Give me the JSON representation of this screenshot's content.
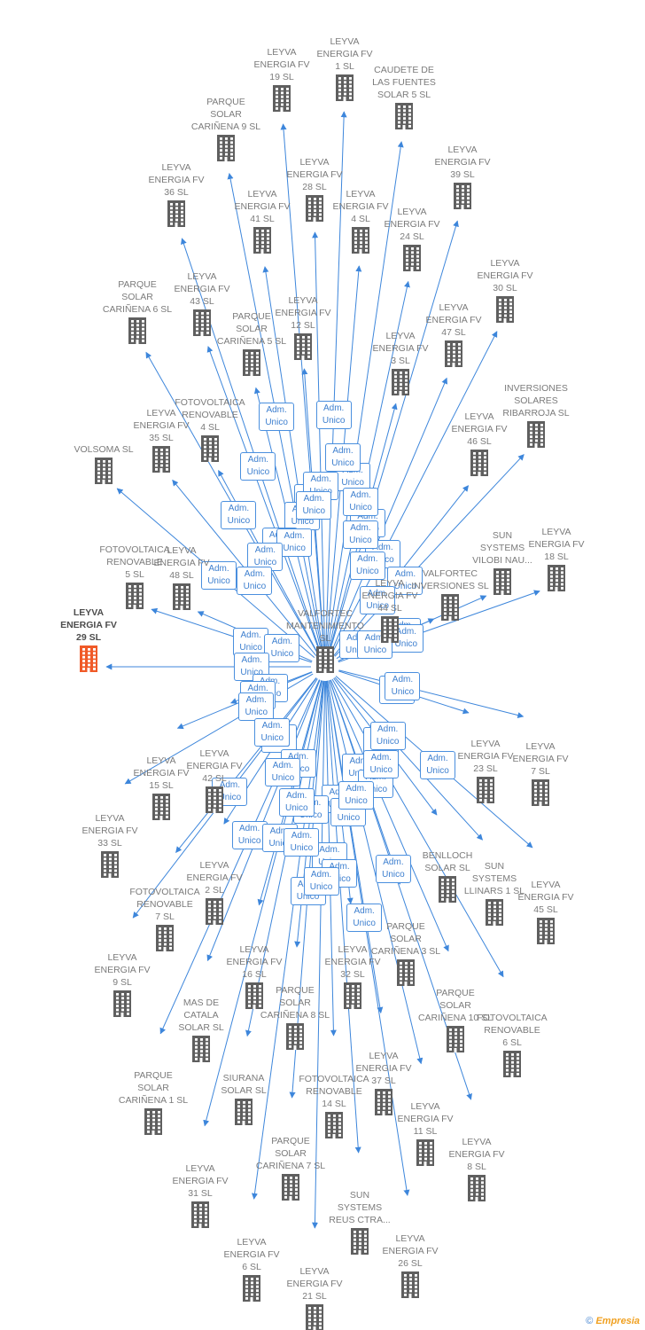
{
  "diagram": {
    "center": {
      "id": "valfortec",
      "label": [
        "VALFORTEC",
        "MANTENIMIENTO",
        "SL"
      ]
    },
    "focus_id": "n29",
    "edge_label": [
      "Adm.",
      "Unico"
    ],
    "colors": {
      "edge": "#3d86db",
      "icon": "#5f5f5f",
      "focus_icon": "#f05a28",
      "text": "#7b7b7b"
    },
    "nodes": [
      {
        "id": "n19",
        "label": [
          "LEYVA",
          "ENERGIA FV",
          "19 SL"
        ],
        "dir": "out"
      },
      {
        "id": "n1",
        "label": [
          "LEYVA",
          "ENERGIA FV",
          "1 SL"
        ],
        "dir": "out"
      },
      {
        "id": "caudete5",
        "label": [
          "CAUDETE DE",
          "LAS FUENTES",
          "SOLAR 5 SL"
        ],
        "dir": "out"
      },
      {
        "id": "car9",
        "label": [
          "PARQUE",
          "SOLAR",
          "CARIÑENA 9 SL"
        ],
        "dir": "out"
      },
      {
        "id": "n28",
        "label": [
          "LEYVA",
          "ENERGIA FV",
          "28 SL"
        ],
        "dir": "out"
      },
      {
        "id": "n39",
        "label": [
          "LEYVA",
          "ENERGIA FV",
          "39 SL"
        ],
        "dir": "out"
      },
      {
        "id": "n36",
        "label": [
          "LEYVA",
          "ENERGIA FV",
          "36 SL"
        ],
        "dir": "out"
      },
      {
        "id": "n41",
        "label": [
          "LEYVA",
          "ENERGIA FV",
          "41 SL"
        ],
        "dir": "out"
      },
      {
        "id": "n4",
        "label": [
          "LEYVA",
          "ENERGIA FV",
          "4 SL"
        ],
        "dir": "out"
      },
      {
        "id": "n24",
        "label": [
          "LEYVA",
          "ENERGIA FV",
          "24 SL"
        ],
        "dir": "out"
      },
      {
        "id": "n30",
        "label": [
          "LEYVA",
          "ENERGIA FV",
          "30 SL"
        ],
        "dir": "out"
      },
      {
        "id": "car6",
        "label": [
          "PARQUE",
          "SOLAR",
          "CARIÑENA 6 SL"
        ],
        "dir": "out"
      },
      {
        "id": "n43",
        "label": [
          "LEYVA",
          "ENERGIA FV",
          "43 SL"
        ],
        "dir": "out"
      },
      {
        "id": "n12",
        "label": [
          "LEYVA",
          "ENERGIA FV",
          "12 SL"
        ],
        "dir": "out"
      },
      {
        "id": "car5",
        "label": [
          "PARQUE",
          "SOLAR",
          "CARIÑENA 5 SL"
        ],
        "dir": "out"
      },
      {
        "id": "n47",
        "label": [
          "LEYVA",
          "ENERGIA FV",
          "47 SL"
        ],
        "dir": "out"
      },
      {
        "id": "n3",
        "label": [
          "LEYVA",
          "ENERGIA FV",
          "3 SL"
        ],
        "dir": "out"
      },
      {
        "id": "invribarroja",
        "label": [
          "INVERSIONES",
          "SOLARES",
          "RIBARROJA SL"
        ],
        "dir": "out"
      },
      {
        "id": "fotov4",
        "label": [
          "FOTOVOLTAICA",
          "RENOVABLE",
          "4 SL"
        ],
        "dir": "out"
      },
      {
        "id": "n35",
        "label": [
          "LEYVA",
          "ENERGIA FV",
          "35 SL"
        ],
        "dir": "out"
      },
      {
        "id": "n46",
        "label": [
          "LEYVA",
          "ENERGIA FV",
          "46 SL"
        ],
        "dir": "out"
      },
      {
        "id": "volsoma",
        "label": [
          "VOLSOMA SL"
        ],
        "dir": "out"
      },
      {
        "id": "fotov5",
        "label": [
          "FOTOVOLTAICA",
          "RENOVABLE",
          "5 SL"
        ],
        "dir": "out"
      },
      {
        "id": "n48",
        "label": [
          "LEYVA",
          "ENERGIA FV",
          "48 SL"
        ],
        "dir": "out"
      },
      {
        "id": "vilobi",
        "label": [
          "SUN",
          "SYSTEMS",
          "VILOBI NAU..."
        ],
        "dir": "out"
      },
      {
        "id": "n18",
        "label": [
          "LEYVA",
          "ENERGIA FV",
          "18 SL"
        ],
        "dir": "out"
      },
      {
        "id": "n44",
        "label": [
          "LEYVA",
          "ENERGIA FV",
          "44 SL"
        ],
        "dir": "out"
      },
      {
        "id": "valfinv",
        "label": [
          "VALFORTEC",
          "INVERSIONES SL"
        ],
        "dir": "out"
      },
      {
        "id": "n29",
        "label": [
          "LEYVA",
          "ENERGIA FV",
          "29 SL"
        ],
        "dir": "out"
      },
      {
        "id": "n23",
        "label": [
          "LEYVA",
          "ENERGIA FV",
          "23 SL"
        ],
        "dir": "out"
      },
      {
        "id": "n7",
        "label": [
          "LEYVA",
          "ENERGIA FV",
          "7 SL"
        ],
        "dir": "out"
      },
      {
        "id": "n42",
        "label": [
          "LEYVA",
          "ENERGIA FV",
          "42 SL"
        ],
        "dir": "out"
      },
      {
        "id": "n15",
        "label": [
          "LEYVA",
          "ENERGIA FV",
          "15 SL"
        ],
        "dir": "out"
      },
      {
        "id": "n33",
        "label": [
          "LEYVA",
          "ENERGIA FV",
          "33 SL"
        ],
        "dir": "out"
      },
      {
        "id": "benlloch",
        "label": [
          "BENLLOCH",
          "SOLAR SL"
        ],
        "dir": "out"
      },
      {
        "id": "llinars",
        "label": [
          "SUN",
          "SYSTEMS",
          "LLINARS 1 SL"
        ],
        "dir": "out"
      },
      {
        "id": "n45",
        "label": [
          "LEYVA",
          "ENERGIA FV",
          "45 SL"
        ],
        "dir": "out"
      },
      {
        "id": "n2",
        "label": [
          "LEYVA",
          "ENERGIA FV",
          "2 SL"
        ],
        "dir": "out"
      },
      {
        "id": "fotov7",
        "label": [
          "FOTOVOLTAICA",
          "RENOVABLE",
          "7 SL"
        ],
        "dir": "out"
      },
      {
        "id": "n9",
        "label": [
          "LEYVA",
          "ENERGIA FV",
          "9 SL"
        ],
        "dir": "out"
      },
      {
        "id": "n16",
        "label": [
          "LEYVA",
          "ENERGIA FV",
          "16 SL"
        ],
        "dir": "out"
      },
      {
        "id": "n32",
        "label": [
          "LEYVA",
          "ENERGIA FV",
          "32 SL"
        ],
        "dir": "out"
      },
      {
        "id": "car3",
        "label": [
          "PARQUE",
          "SOLAR",
          "CARIÑENA 3 SL"
        ],
        "dir": "out"
      },
      {
        "id": "mascatala",
        "label": [
          "MAS DE",
          "CATALA",
          "SOLAR SL"
        ],
        "dir": "out"
      },
      {
        "id": "car8",
        "label": [
          "PARQUE",
          "SOLAR",
          "CARIÑENA 8 SL"
        ],
        "dir": "out"
      },
      {
        "id": "car10",
        "label": [
          "PARQUE",
          "SOLAR",
          "CARIÑENA 10 SL"
        ],
        "dir": "out"
      },
      {
        "id": "fotov6",
        "label": [
          "FOTOVOLTAICA",
          "RENOVABLE",
          "6 SL"
        ],
        "dir": "out"
      },
      {
        "id": "car1",
        "label": [
          "PARQUE",
          "SOLAR",
          "CARIÑENA 1 SL"
        ],
        "dir": "out"
      },
      {
        "id": "siurana",
        "label": [
          "SIURANA",
          "SOLAR SL"
        ],
        "dir": "out"
      },
      {
        "id": "fotov14",
        "label": [
          "FOTOVOLTAICA",
          "RENOVABLE",
          "14 SL"
        ],
        "dir": "out"
      },
      {
        "id": "n37",
        "label": [
          "LEYVA",
          "ENERGIA FV",
          "37 SL"
        ],
        "dir": "out"
      },
      {
        "id": "n11",
        "label": [
          "LEYVA",
          "ENERGIA FV",
          "11 SL"
        ],
        "dir": "out"
      },
      {
        "id": "n8",
        "label": [
          "LEYVA",
          "ENERGIA FV",
          "8 SL"
        ],
        "dir": "out"
      },
      {
        "id": "n31",
        "label": [
          "LEYVA",
          "ENERGIA FV",
          "31 SL"
        ],
        "dir": "out"
      },
      {
        "id": "car7",
        "label": [
          "PARQUE",
          "SOLAR",
          "CARIÑENA 7 SL"
        ],
        "dir": "out"
      },
      {
        "id": "reus",
        "label": [
          "SUN",
          "SYSTEMS",
          "REUS CTRA..."
        ],
        "dir": "out"
      },
      {
        "id": "n6",
        "label": [
          "LEYVA",
          "ENERGIA FV",
          "6 SL"
        ],
        "dir": "out"
      },
      {
        "id": "n26",
        "label": [
          "LEYVA",
          "ENERGIA FV",
          "26 SL"
        ],
        "dir": "out"
      },
      {
        "id": "n21",
        "label": [
          "LEYVA",
          "ENERGIA FV",
          "21 SL"
        ],
        "dir": "out"
      }
    ]
  },
  "credit": {
    "symbol": "©",
    "brand": "Empresia"
  }
}
